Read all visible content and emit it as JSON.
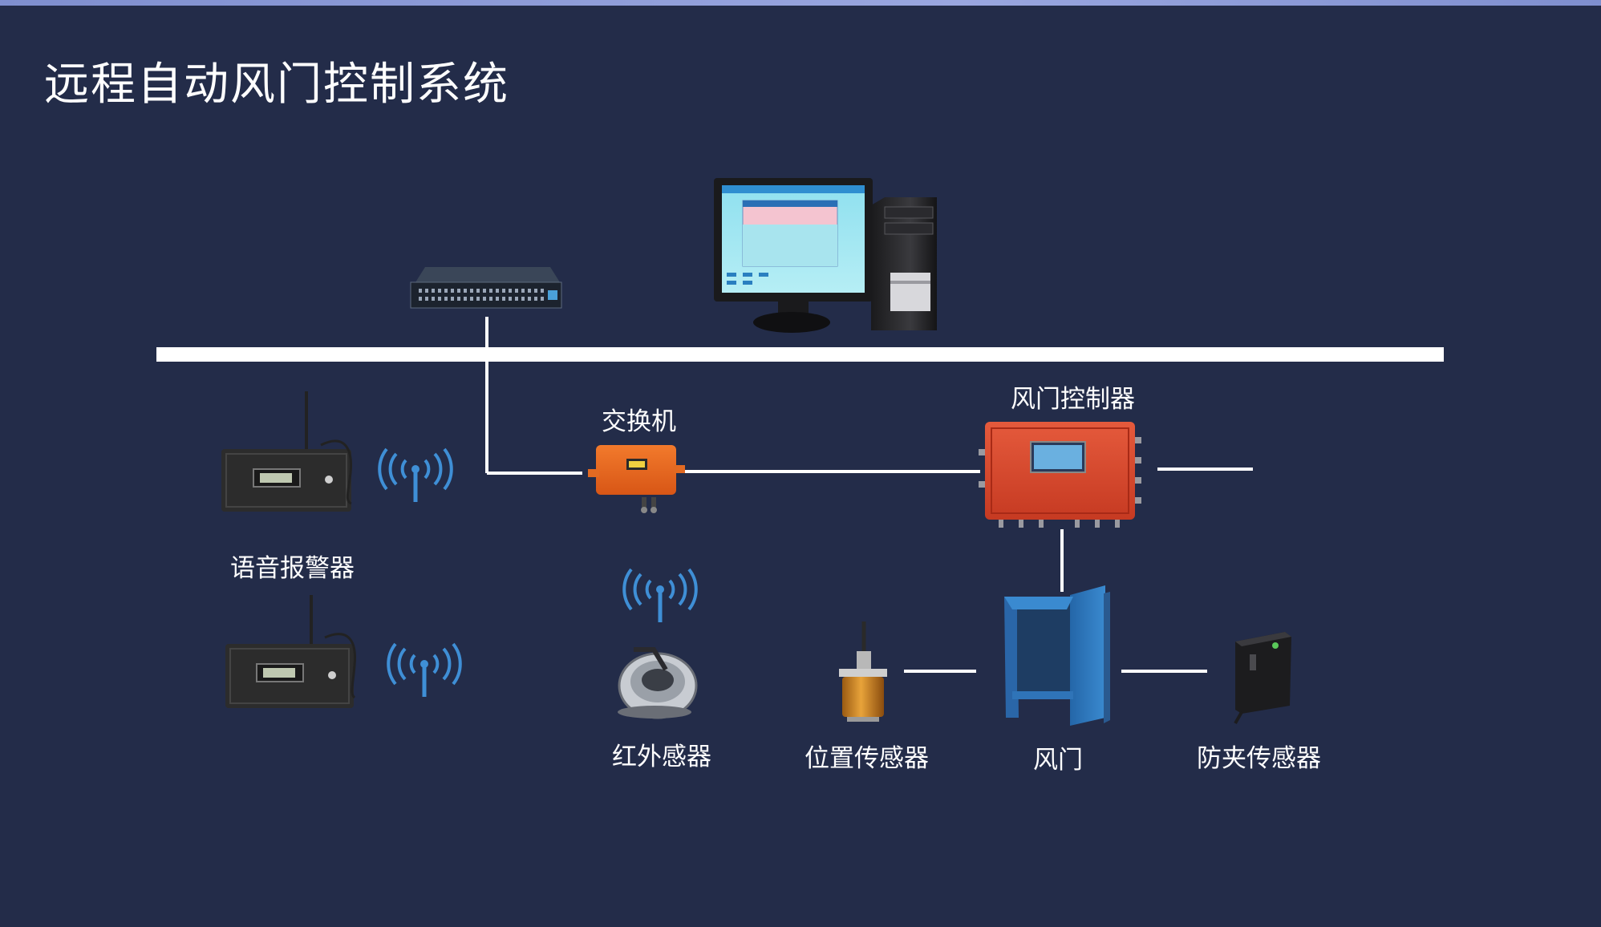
{
  "title": "远程自动风门控制系统",
  "labels": {
    "switch": "交换机",
    "door_controller": "风门控制器",
    "voice_alarm": "语音报警器",
    "infrared_sensor": "红外感器",
    "position_sensor": "位置传感器",
    "air_door": "风门",
    "anti_pinch_sensor": "防夹传感器"
  },
  "colors": {
    "background": "#232c49",
    "line": "#ffffff",
    "controller": "#d9472f",
    "door": "#2f74b8",
    "wireless": "#3f8fd6"
  },
  "icons": [
    "network-switch-icon",
    "computer-icon",
    "orange-switch-box-icon",
    "door-controller-box-icon",
    "voice-alarm-icon",
    "wireless-signal-icon",
    "infrared-sensor-icon",
    "position-sensor-icon",
    "air-door-icon",
    "anti-pinch-sensor-icon"
  ]
}
